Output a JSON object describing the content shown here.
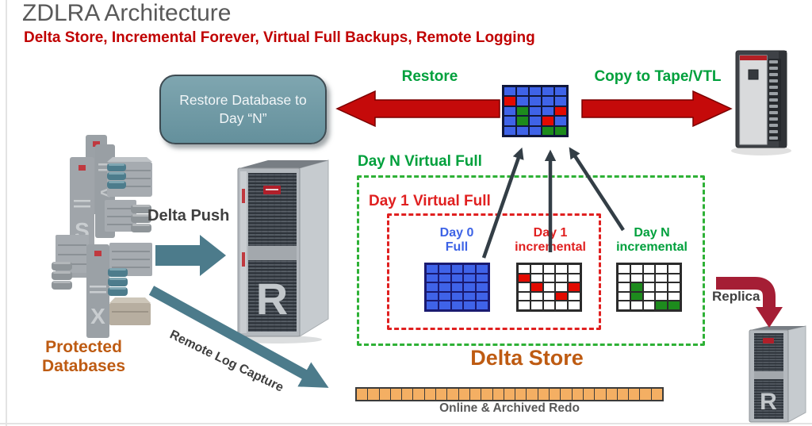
{
  "header": {
    "title": "ZDLRA Architecture",
    "subtitle": "Delta Store, Incremental Forever, Virtual Full Backups, Remote Logging"
  },
  "top_flow": {
    "restore_box_line1": "Restore Database to",
    "restore_box_line2": "Day “N”",
    "restore_label": "Restore",
    "copy_label": "Copy to Tape/VTL"
  },
  "delta_store": {
    "day_n_virtual_full": "Day N Virtual Full",
    "day_1_virtual_full": "Day 1 Virtual Full",
    "title": "Delta Store",
    "grids": {
      "legend": {
        "B": "#3F63E8",
        "R": "#E20A00",
        "G": "#1D8B1D",
        "W": "#FFFFFF"
      },
      "center": {
        "border": "#10173B",
        "rows": [
          "BBBBB",
          "RBBBB",
          "BGBBR",
          "BGBRB",
          "BBBGG"
        ]
      },
      "day0": {
        "title_line1": "Day 0",
        "title_line2": "Full",
        "border": "#1A1A70",
        "rows": [
          "BBBBB",
          "BBBBB",
          "BBBBB",
          "BBBBB",
          "BBBBB"
        ]
      },
      "day1": {
        "title_line1": "Day 1",
        "title_line2": "incremental",
        "border": "#2B2B2B",
        "rows": [
          "WWWWW",
          "RWWWW",
          "WRWWR",
          "WWWRW",
          "WWWWW"
        ]
      },
      "dayn": {
        "title_line1": "Day N",
        "title_line2": "incremental",
        "border": "#2B2B2B",
        "rows": [
          "WWWWW",
          "WWWWW",
          "WGWWW",
          "WGWWW",
          "WWWGG"
        ]
      }
    }
  },
  "left_side": {
    "delta_push": "Delta Push",
    "remote_log": "Remote Log Capture",
    "protected_line1": "Protected",
    "protected_line2": "Databases",
    "icon_letters": {
      "s": "S",
      "x": "X",
      "chevron": "<"
    }
  },
  "redo": {
    "label": "Online & Archived Redo",
    "segments": 27
  },
  "right_side": {
    "replica": "Replica"
  },
  "rack_letter": "R",
  "colors": {
    "title_gray": "#595959",
    "accent_red": "#C00000",
    "block_arrow_red": "#C50A0A",
    "green": "#00A03C",
    "blue": "#3D63E6",
    "orange": "#BE5B12",
    "teal_arrow": "#4C7B8B",
    "dark_arrow": "#333E46",
    "replica_arrow_red": "#A51E35",
    "redo_bar_fill": "#F4AF63",
    "restore_box_fill": "#6E99A4"
  }
}
